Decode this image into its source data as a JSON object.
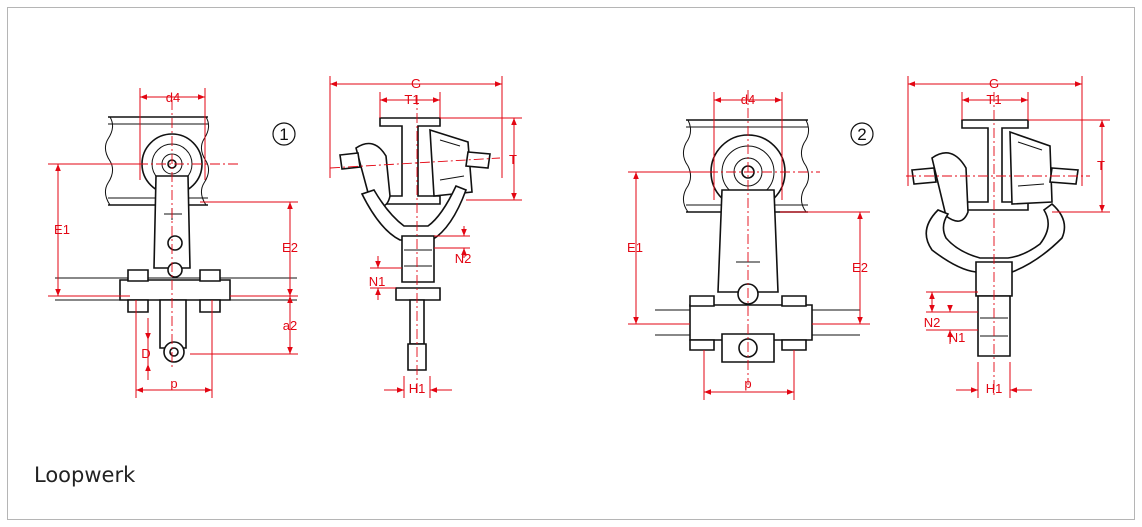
{
  "caption": "Loopwerk",
  "figure_numbers": {
    "fig1": "1",
    "fig2": "2"
  },
  "labels": {
    "d4": "d4",
    "E1": "E1",
    "E2": "E2",
    "a2": "a2",
    "D": "D",
    "p": "p",
    "G": "G",
    "T1": "T1",
    "T": "T",
    "N1": "N1",
    "N2": "N2",
    "H1": "H1"
  },
  "colors": {
    "dimension": "#e30613",
    "outline": "#111111",
    "frame": "#b5b5b5"
  }
}
